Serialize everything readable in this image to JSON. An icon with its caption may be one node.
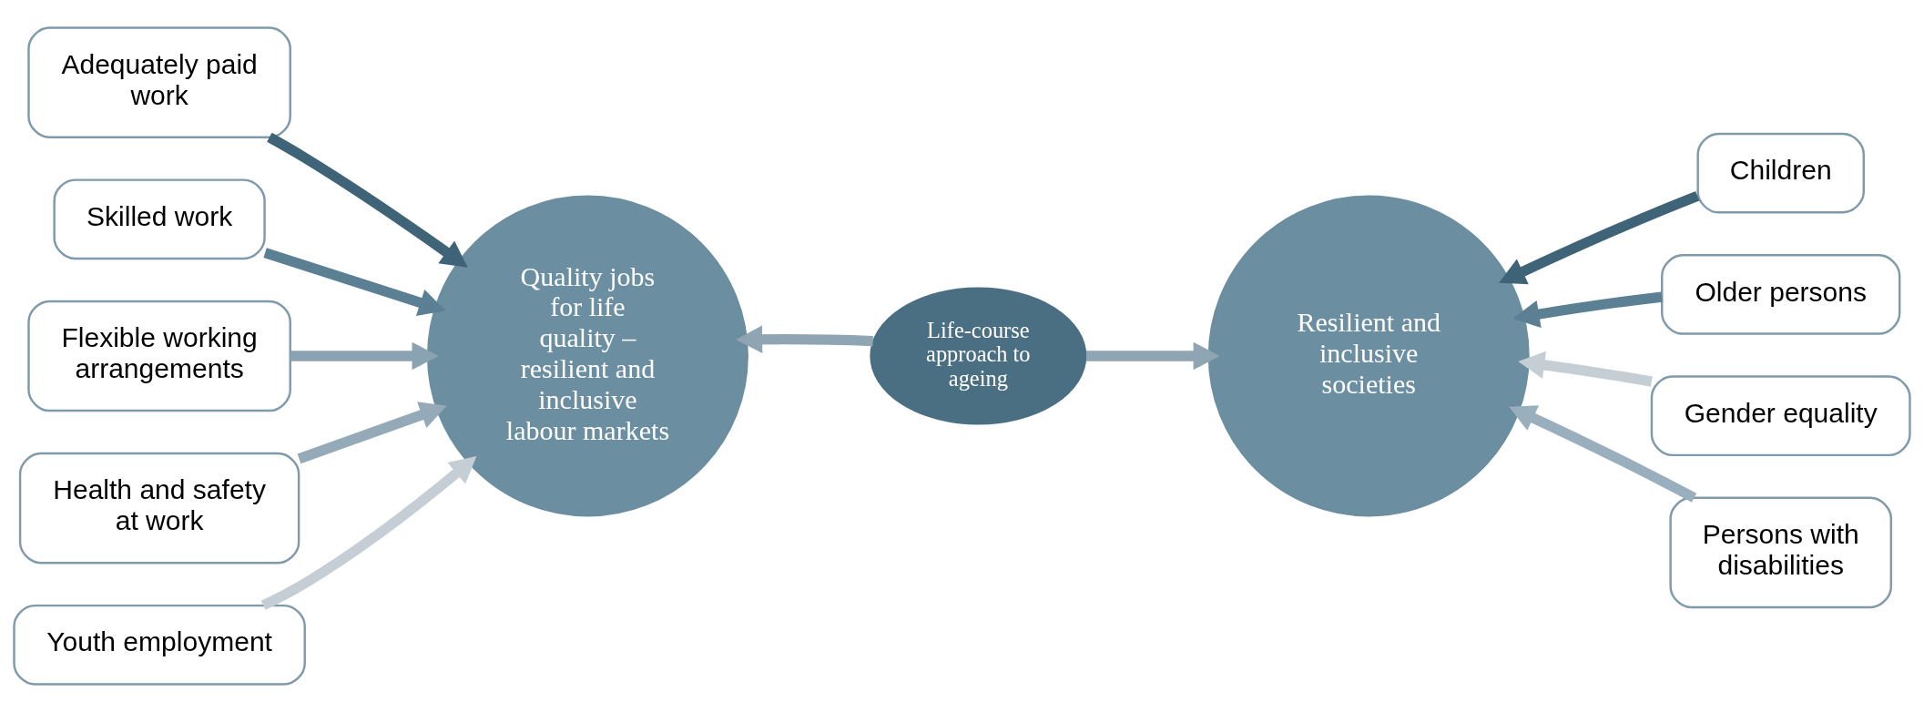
{
  "diagram": {
    "nodes": [
      {
        "text": [
          "Quality jobs for life quality – resilient and inclusive labour markets"
        ]
      },
      {
        "text": [
          "Life-course approach to ageing"
        ]
      },
      {
        "text": [
          "Resilient and inclusive societies"
        ]
      },
      {
        "text": [
          "Adequately paid work"
        ]
      },
      {
        "text": [
          "Skilled work"
        ]
      },
      {
        "text": [
          "Flexible working arrangements"
        ]
      },
      {
        "text": [
          "Health and safety at work"
        ]
      },
      {
        "text": [
          "Youth employment"
        ]
      },
      {
        "text": [
          "Children"
        ]
      },
      {
        "text": [
          "Older persons"
        ]
      },
      {
        "text": [
          "Gender equality"
        ]
      },
      {
        "text": [
          "Persons with disabilities"
        ]
      }
    ],
    "edges": [
      {
        "from": 3,
        "to": 0,
        "arrow": "to",
        "color": "#3f6478"
      },
      {
        "from": 4,
        "to": 0,
        "arrow": "to",
        "color": "#5b7f93"
      },
      {
        "from": 5,
        "to": 0,
        "arrow": "to",
        "color": "#8aa3b3"
      },
      {
        "from": 6,
        "to": 0,
        "arrow": "to",
        "color": "#95aab8"
      },
      {
        "from": 7,
        "to": 0,
        "arrow": "to",
        "color": "#c5ced5"
      },
      {
        "from": 1,
        "to": 0,
        "arrow": "to",
        "color": "#8fa5b3"
      },
      {
        "from": 1,
        "to": 2,
        "arrow": "to",
        "color": "#8fa5b3"
      },
      {
        "from": 8,
        "to": 2,
        "arrow": "to",
        "color": "#3f6478"
      },
      {
        "from": 9,
        "to": 2,
        "arrow": "to",
        "color": "#5b7f93"
      },
      {
        "from": 10,
        "to": 2,
        "arrow": "to",
        "color": "#c5ced5"
      },
      {
        "from": 11,
        "to": 2,
        "arrow": "to",
        "color": "#9aafbd"
      }
    ]
  }
}
